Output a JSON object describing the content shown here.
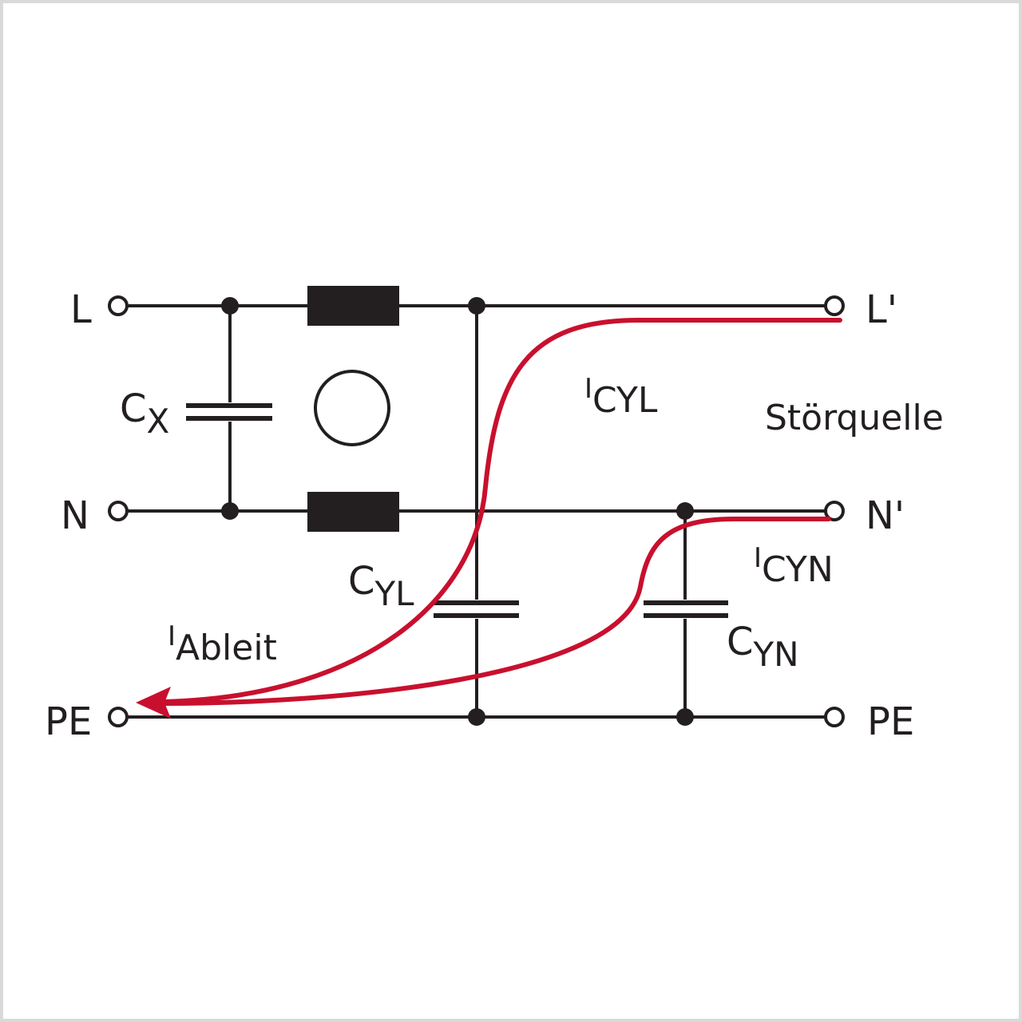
{
  "terminals": {
    "left": [
      "L",
      "N",
      "PE"
    ],
    "right": [
      "L'",
      "N'",
      "PE"
    ]
  },
  "components": {
    "cx": {
      "main": "C",
      "sub": "X"
    },
    "cyl": {
      "main": "C",
      "sub": "YL"
    },
    "cyn": {
      "main": "C",
      "sub": "YN"
    }
  },
  "currents": {
    "icyl": {
      "main": "I",
      "sub": "CYL"
    },
    "icyn": {
      "main": "I",
      "sub": "CYN"
    },
    "ableit": {
      "main": "I",
      "sub": "Ableit"
    }
  },
  "source_label": "Störquelle",
  "colors": {
    "line": "#231f20",
    "current": "#c8102e",
    "border": "#d9d9d9"
  }
}
